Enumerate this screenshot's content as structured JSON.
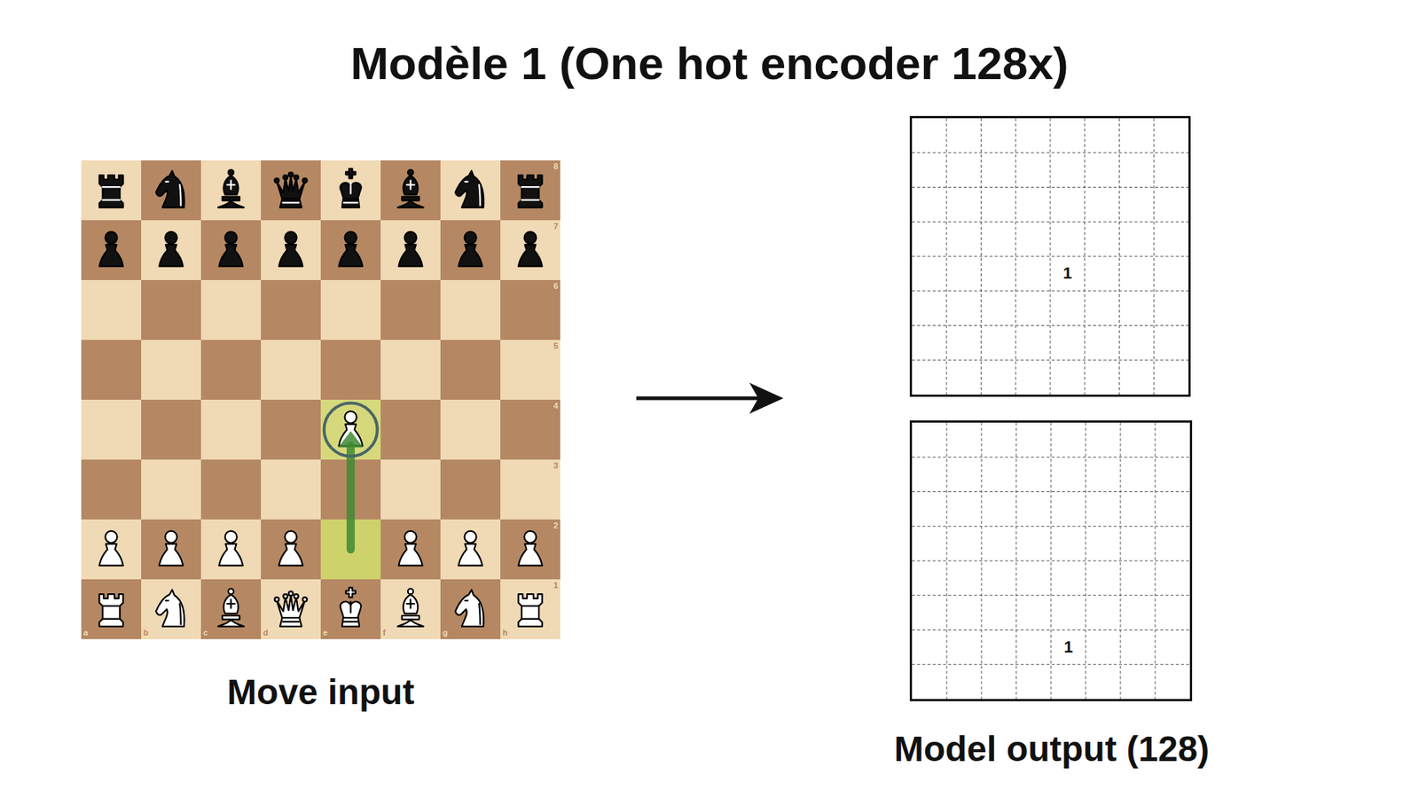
{
  "diagram": {
    "title": "Modèle 1 (One hot encoder 128x)",
    "nodes": [
      {
        "text": [
          "Move input"
        ]
      },
      {
        "text": [
          "1"
        ]
      },
      {
        "text": [
          "1"
        ]
      }
    ],
    "labels": [
      "Model output (128)",
      "8",
      "7",
      "6",
      "5",
      "4",
      "3",
      "2",
      "1",
      "a",
      "b",
      "c",
      "d",
      "e",
      "f",
      "g",
      "h"
    ]
  }
}
